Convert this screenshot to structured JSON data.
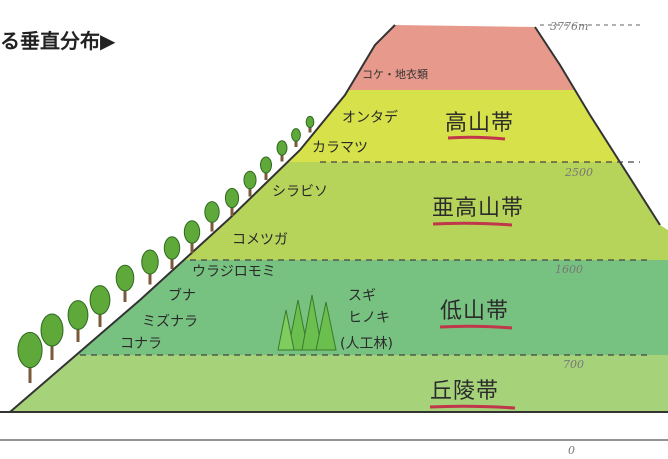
{
  "title": "る垂直分布▶",
  "zones": [
    {
      "label": "高山帯",
      "accent": "#c0364a"
    },
    {
      "label": "亜高山帯",
      "accent": "#c0364a"
    },
    {
      "label": "低山帯",
      "accent": "#c0364a"
    },
    {
      "label": "丘陵帯",
      "accent": "#c0364a"
    }
  ],
  "summit_label": "コケ・地衣類",
  "plants": {
    "alpine": [
      "オンタデ",
      "カラマツ"
    ],
    "subalpine": [
      "シラビソ",
      "コメツガ"
    ],
    "montane": [
      "ウラジロモミ",
      "ブナ",
      "ミズナラ",
      "コナラ"
    ],
    "plantation": [
      "スギ",
      "ヒノキ",
      "(人工林)"
    ]
  },
  "altitudes": [
    "3776m",
    "2500",
    "1600",
    "700",
    "0"
  ],
  "colors": {
    "summit": "#e79a8c",
    "alpine": "#d7e24a",
    "subalpine": "#b7d45a",
    "montane": "#78c281",
    "hill": "#a6d27a",
    "tree": "#5fa83a"
  }
}
